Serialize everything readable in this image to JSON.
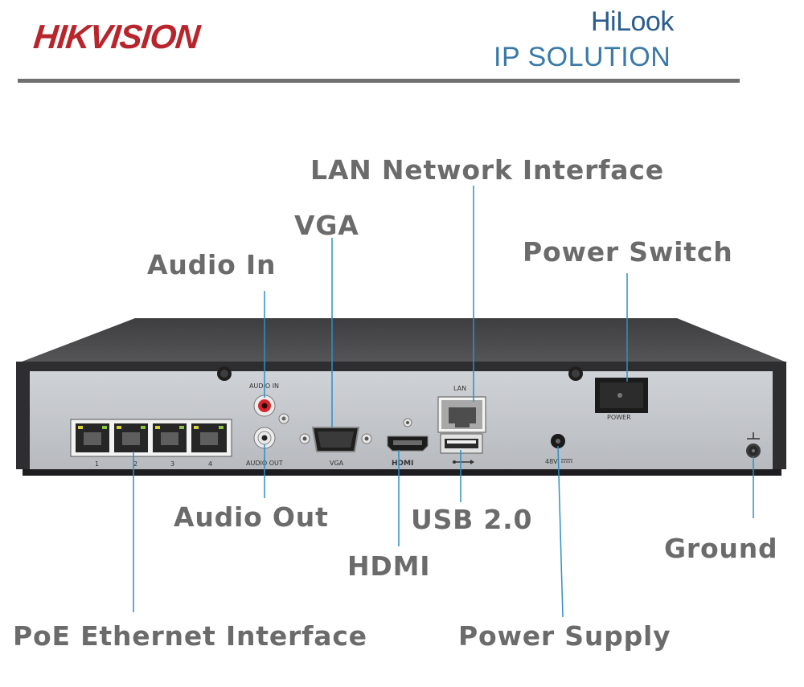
{
  "brand": {
    "hikvision": "HIKVISION",
    "hilook": "HiLook",
    "ip_solution": "IP SOLUTION"
  },
  "callouts": {
    "lan": "LAN Network Interface",
    "vga": "VGA",
    "power_switch": "Power Switch",
    "audio_in": "Audio In",
    "audio_out": "Audio Out",
    "usb": "USB 2.0",
    "hdmi": "HDMI",
    "ground": "Ground",
    "poe": "PoE Ethernet Interface",
    "power_supply": "Power Supply"
  },
  "panel_labels": {
    "port1": "1",
    "port2": "2",
    "port3": "3",
    "port4": "4",
    "audio_in": "AUDIO IN",
    "audio_out": "AUDIO OUT",
    "vga": "VGA",
    "hdmi": "HDMI",
    "lan": "LAN",
    "power": "POWER",
    "dc": "48V"
  },
  "colors": {
    "text_gray": "#6b6b6b",
    "leader_blue": "#2f8fc7",
    "hikvision_red": "#cf3038",
    "hilook_blue": "#2b6ea3"
  }
}
